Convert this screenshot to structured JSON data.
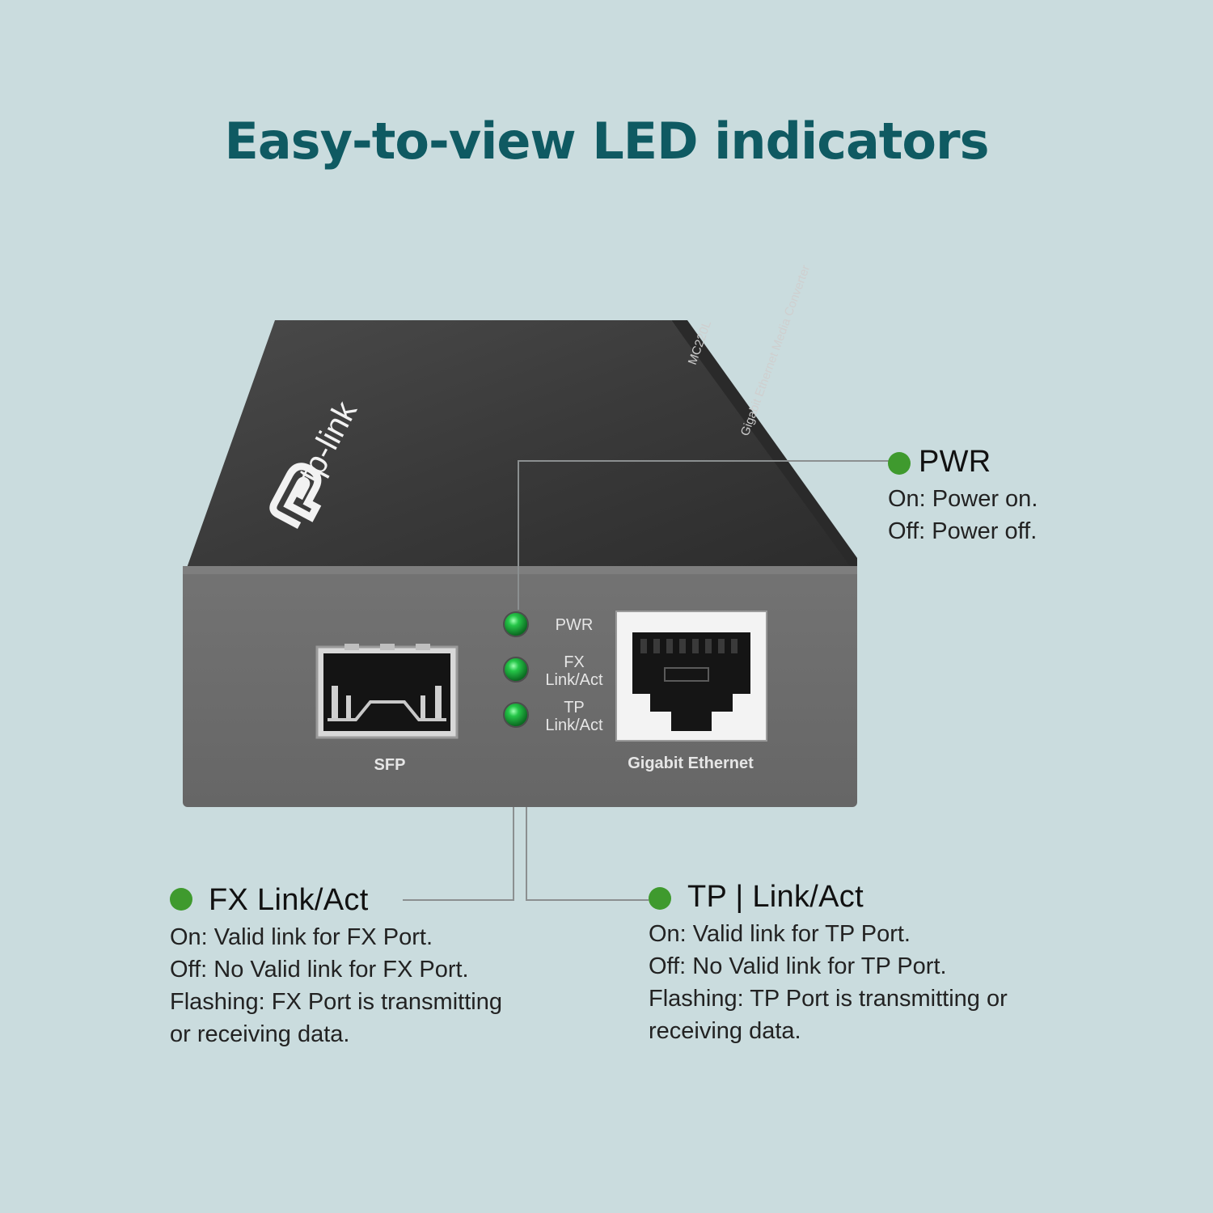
{
  "headline": "Easy-to-view LED indicators",
  "device": {
    "brand": "tp-link",
    "model": "MC220L",
    "description": "Gigabit Ethernet Media Converter",
    "panel_labels": {
      "pwr": "PWR",
      "fx_1": "FX",
      "fx_2": "Link/Act",
      "tp_1": "TP",
      "tp_2": "Link/Act",
      "sfp": "SFP",
      "gigabit": "Gigabit Ethernet"
    },
    "led_color": "#1fa83a",
    "body_color": "#3b3b3b",
    "panel_color": "#6b6b6b"
  },
  "callouts": {
    "pwr": {
      "title": "PWR",
      "lines": [
        "On: Power on.",
        "Off: Power off."
      ]
    },
    "fx": {
      "title": "FX Link/Act",
      "lines": [
        "On: Valid link for FX Port.",
        "Off: No Valid link for FX Port.",
        "Flashing: FX Port is transmitting",
        "or receiving data."
      ]
    },
    "tp": {
      "title": "TP | Link/Act",
      "lines": [
        "On: Valid link for TP Port.",
        "Off: No Valid link for TP Port.",
        "Flashing: TP Port is transmitting or",
        "receiving data."
      ]
    }
  },
  "colors": {
    "background": "#cadcde",
    "headline": "#0f5a62",
    "indicator_dot": "#3f9a2e"
  }
}
